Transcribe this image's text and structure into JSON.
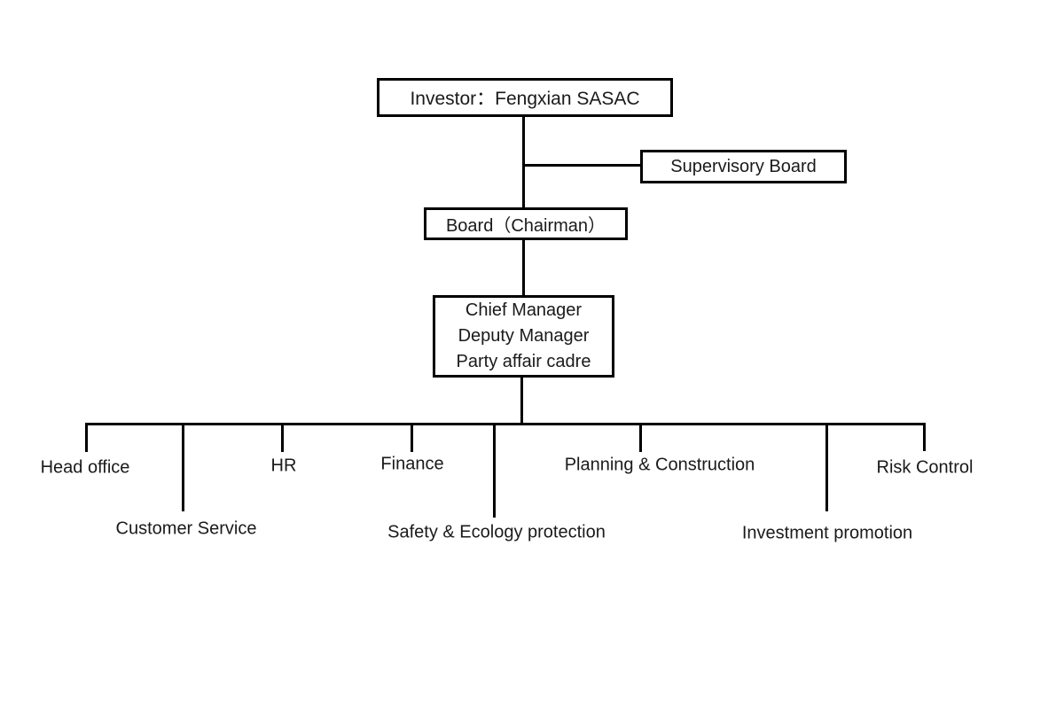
{
  "page": {
    "background": "#ffffff"
  },
  "colors": {
    "line": "#000000",
    "box_border": "#000000",
    "text": "#1a1a1a"
  },
  "nodes": {
    "investor": {
      "label": "Investor：Fengxian SASAC"
    },
    "supervisory_board": {
      "label": "Supervisory Board"
    },
    "board": {
      "label": "Board（Chairman）"
    },
    "management": {
      "lines": [
        "Chief Manager",
        "Deputy Manager",
        "Party affair cadre"
      ]
    }
  },
  "departments": [
    {
      "label": "Head office"
    },
    {
      "label": "Customer Service"
    },
    {
      "label": "HR"
    },
    {
      "label": "Finance"
    },
    {
      "label": "Safety & Ecology protection"
    },
    {
      "label": "Planning & Construction"
    },
    {
      "label": "Investment promotion"
    },
    {
      "label": "Risk Control"
    }
  ]
}
